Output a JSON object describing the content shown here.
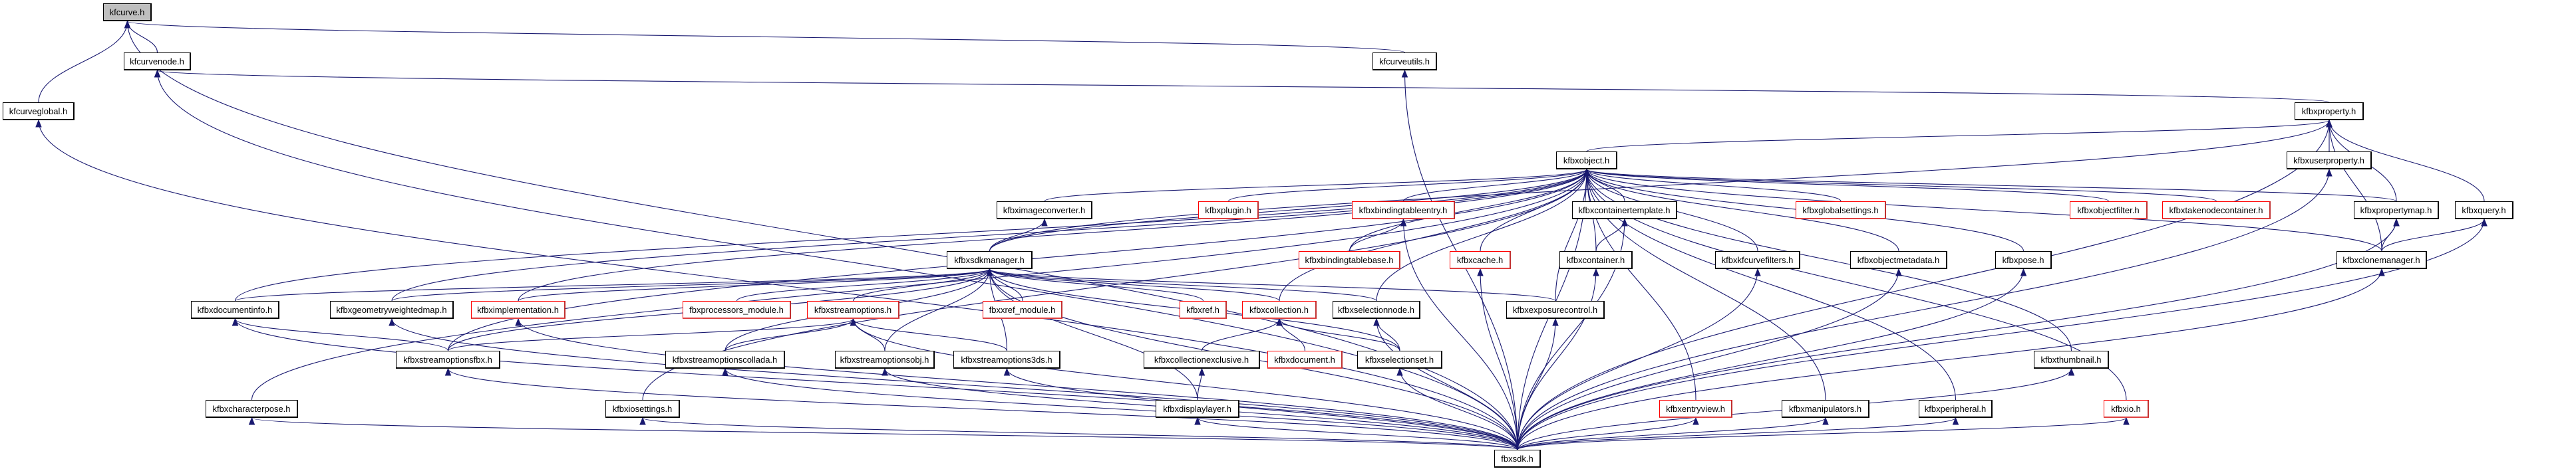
{
  "graph": {
    "title": "kfcurve.h include dependency graph",
    "colors": {
      "edge": "#191970",
      "current_fill": "#bfbfbf",
      "missing_border": "#ff0000",
      "normal_border": "#000000"
    },
    "nodes": [
      {
        "id": "kfcurve",
        "label": "kfcurve.h",
        "kind": "current"
      },
      {
        "id": "kfcurvenode",
        "label": "kfcurvenode.h",
        "kind": "normal"
      },
      {
        "id": "kfcurveutils",
        "label": "kfcurveutils.h",
        "kind": "normal"
      },
      {
        "id": "kfcurveglobal",
        "label": "kfcurveglobal.h",
        "kind": "normal"
      },
      {
        "id": "kfbxproperty",
        "label": "kfbxproperty.h",
        "kind": "normal"
      },
      {
        "id": "kfbxobject",
        "label": "kfbxobject.h",
        "kind": "normal"
      },
      {
        "id": "kfbxuserproperty",
        "label": "kfbxuserproperty.h",
        "kind": "normal"
      },
      {
        "id": "kfbximageconverter",
        "label": "kfbximageconverter.h",
        "kind": "normal"
      },
      {
        "id": "kfbxplugin",
        "label": "kfbxplugin.h",
        "kind": "red"
      },
      {
        "id": "kfbxbindingtableentry",
        "label": "kfbxbindingtableentry.h",
        "kind": "red"
      },
      {
        "id": "kfbxcontainertemplate",
        "label": "kfbxcontainertemplate.h",
        "kind": "normal"
      },
      {
        "id": "kfbxglobalsettings",
        "label": "kfbxglobalsettings.h",
        "kind": "red"
      },
      {
        "id": "kfbxobjectfilter",
        "label": "kfbxobjectfilter.h",
        "kind": "red"
      },
      {
        "id": "kfbxtakenodecontainer",
        "label": "kfbxtakenodecontainer.h",
        "kind": "red"
      },
      {
        "id": "kfbxpropertymap",
        "label": "kfbxpropertymap.h",
        "kind": "normal"
      },
      {
        "id": "kfbxquery",
        "label": "kfbxquery.h",
        "kind": "normal"
      },
      {
        "id": "kfbxsdkmanager",
        "label": "kfbxsdkmanager.h",
        "kind": "normal"
      },
      {
        "id": "kfbxbindingtablebase",
        "label": "kfbxbindingtablebase.h",
        "kind": "red"
      },
      {
        "id": "kfbxcache",
        "label": "kfbxcache.h",
        "kind": "red"
      },
      {
        "id": "kfbxcontainer",
        "label": "kfbxcontainer.h",
        "kind": "normal"
      },
      {
        "id": "kfbxkfcurvefilters",
        "label": "kfbxkfcurvefilters.h",
        "kind": "normal"
      },
      {
        "id": "kfbxobjectmetadata",
        "label": "kfbxobjectmetadata.h",
        "kind": "normal"
      },
      {
        "id": "kfbxpose",
        "label": "kfbxpose.h",
        "kind": "normal"
      },
      {
        "id": "kfbxclonemanager",
        "label": "kfbxclonemanager.h",
        "kind": "normal"
      },
      {
        "id": "kfbxdocumentinfo",
        "label": "kfbxdocumentinfo.h",
        "kind": "normal"
      },
      {
        "id": "kfbxgeometryweightedmap",
        "label": "kfbxgeometryweightedmap.h",
        "kind": "normal"
      },
      {
        "id": "kfbximplementation",
        "label": "kfbximplementation.h",
        "kind": "red"
      },
      {
        "id": "fbxprocessors_module",
        "label": "fbxprocessors_module.h",
        "kind": "red"
      },
      {
        "id": "kfbxstreamoptions",
        "label": "kfbxstreamoptions.h",
        "kind": "red"
      },
      {
        "id": "fbxxref_module",
        "label": "fbxxref_module.h",
        "kind": "red"
      },
      {
        "id": "kfbxref",
        "label": "kfbxref.h",
        "kind": "red"
      },
      {
        "id": "kfbxcollection",
        "label": "kfbxcollection.h",
        "kind": "red"
      },
      {
        "id": "kfbxselectionnode",
        "label": "kfbxselectionnode.h",
        "kind": "normal"
      },
      {
        "id": "kfbxexposurecontrol",
        "label": "kfbxexposurecontrol.h",
        "kind": "normal"
      },
      {
        "id": "kfbxstreamoptionsfbx",
        "label": "kfbxstreamoptionsfbx.h",
        "kind": "normal"
      },
      {
        "id": "kfbxstreamoptionscollada",
        "label": "kfbxstreamoptionscollada.h",
        "kind": "normal"
      },
      {
        "id": "kfbxstreamoptionsobj",
        "label": "kfbxstreamoptionsobj.h",
        "kind": "normal"
      },
      {
        "id": "kfbxstreamoptions3ds",
        "label": "kfbxstreamoptions3ds.h",
        "kind": "normal"
      },
      {
        "id": "kfbxcollectionexclusive",
        "label": "kfbxcollectionexclusive.h",
        "kind": "normal"
      },
      {
        "id": "kfbxdocument",
        "label": "kfbxdocument.h",
        "kind": "red"
      },
      {
        "id": "kfbxselectionset",
        "label": "kfbxselectionset.h",
        "kind": "normal"
      },
      {
        "id": "kfbxthumbnail",
        "label": "kfbxthumbnail.h",
        "kind": "normal"
      },
      {
        "id": "kfbxcharacterpose",
        "label": "kfbxcharacterpose.h",
        "kind": "normal"
      },
      {
        "id": "kfbxiosettings",
        "label": "kfbxiosettings.h",
        "kind": "normal"
      },
      {
        "id": "kfbxdisplaylayer",
        "label": "kfbxdisplaylayer.h",
        "kind": "normal"
      },
      {
        "id": "kfbxentryview",
        "label": "kfbxentryview.h",
        "kind": "red"
      },
      {
        "id": "kfbxmanipulators",
        "label": "kfbxmanipulators.h",
        "kind": "normal"
      },
      {
        "id": "kfbxperipheral",
        "label": "kfbxperipheral.h",
        "kind": "normal"
      },
      {
        "id": "kfbxio",
        "label": "kfbxio.h",
        "kind": "red"
      },
      {
        "id": "fbxsdk",
        "label": "fbxsdk.h",
        "kind": "normal"
      }
    ],
    "edges": [
      [
        "kfcurvenode",
        "kfcurve"
      ],
      [
        "kfcurveutils",
        "kfcurve"
      ],
      [
        "kfcurveglobal",
        "kfcurve"
      ],
      [
        "fbxsdk",
        "kfcurve"
      ],
      [
        "kfbxproperty",
        "kfcurvenode"
      ],
      [
        "fbxsdk",
        "kfcurvenode"
      ],
      [
        "fbxsdk",
        "kfcurveutils"
      ],
      [
        "fbxsdk",
        "kfcurveglobal"
      ],
      [
        "kfbxobject",
        "kfbxproperty"
      ],
      [
        "kfbxuserproperty",
        "kfbxproperty"
      ],
      [
        "kfbxpropertymap",
        "kfbxproperty"
      ],
      [
        "kfbxquery",
        "kfbxproperty"
      ],
      [
        "kfbxsdkmanager",
        "kfbxproperty"
      ],
      [
        "kfbxclonemanager",
        "kfbxproperty"
      ],
      [
        "fbxsdk",
        "kfbxproperty"
      ],
      [
        "fbxsdk",
        "kfbxuserproperty"
      ],
      [
        "kfbximageconverter",
        "kfbxobject"
      ],
      [
        "kfbxplugin",
        "kfbxobject"
      ],
      [
        "kfbxbindingtableentry",
        "kfbxobject"
      ],
      [
        "kfbxcontainertemplate",
        "kfbxobject"
      ],
      [
        "kfbxglobalsettings",
        "kfbxobject"
      ],
      [
        "kfbxobjectfilter",
        "kfbxobject"
      ],
      [
        "kfbxtakenodecontainer",
        "kfbxobject"
      ],
      [
        "kfbxpropertymap",
        "kfbxobject"
      ],
      [
        "kfbxsdkmanager",
        "kfbxobject"
      ],
      [
        "kfbxbindingtablebase",
        "kfbxobject"
      ],
      [
        "kfbxcache",
        "kfbxobject"
      ],
      [
        "kfbxcontainer",
        "kfbxobject"
      ],
      [
        "kfbxkfcurvefilters",
        "kfbxobject"
      ],
      [
        "kfbxobjectmetadata",
        "kfbxobject"
      ],
      [
        "kfbxpose",
        "kfbxobject"
      ],
      [
        "kfbxclonemanager",
        "kfbxobject"
      ],
      [
        "kfbxdocumentinfo",
        "kfbxobject"
      ],
      [
        "kfbxgeometryweightedmap",
        "kfbxobject"
      ],
      [
        "kfbximplementation",
        "kfbxobject"
      ],
      [
        "kfbxcollection",
        "kfbxobject"
      ],
      [
        "kfbxselectionnode",
        "kfbxobject"
      ],
      [
        "kfbxexposurecontrol",
        "kfbxobject"
      ],
      [
        "kfbxstreamoptionsfbx",
        "kfbxobject"
      ],
      [
        "kfbxthumbnail",
        "kfbxobject"
      ],
      [
        "kfbxcharacterpose",
        "kfbxobject"
      ],
      [
        "kfbxiosettings",
        "kfbxobject"
      ],
      [
        "kfbxentryview",
        "kfbxobject"
      ],
      [
        "kfbxmanipulators",
        "kfbxobject"
      ],
      [
        "kfbxperipheral",
        "kfbxobject"
      ],
      [
        "kfbxio",
        "kfbxobject"
      ],
      [
        "fbxsdk",
        "kfbxobject"
      ],
      [
        "kfbxsdkmanager",
        "kfbximageconverter"
      ],
      [
        "kfbxbindingtablebase",
        "kfbxbindingtableentry"
      ],
      [
        "fbxsdk",
        "kfbxbindingtableentry"
      ],
      [
        "kfbxcontainer",
        "kfbxcontainertemplate"
      ],
      [
        "fbxsdk",
        "kfbxcontainertemplate"
      ],
      [
        "kfbxclonemanager",
        "kfbxpropertymap"
      ],
      [
        "fbxsdk",
        "kfbxpropertymap"
      ],
      [
        "kfbxclonemanager",
        "kfbxquery"
      ],
      [
        "fbxsdk",
        "kfbxquery"
      ],
      [
        "kfbxdocumentinfo",
        "kfbxsdkmanager"
      ],
      [
        "kfbxgeometryweightedmap",
        "kfbxsdkmanager"
      ],
      [
        "kfbximplementation",
        "kfbxsdkmanager"
      ],
      [
        "fbxprocessors_module",
        "kfbxsdkmanager"
      ],
      [
        "kfbxstreamoptions",
        "kfbxsdkmanager"
      ],
      [
        "fbxxref_module",
        "kfbxsdkmanager"
      ],
      [
        "kfbxref",
        "kfbxsdkmanager"
      ],
      [
        "kfbxcollection",
        "kfbxsdkmanager"
      ],
      [
        "kfbxselectionnode",
        "kfbxsdkmanager"
      ],
      [
        "kfbxexposurecontrol",
        "kfbxsdkmanager"
      ],
      [
        "kfbxstreamoptionsfbx",
        "kfbxsdkmanager"
      ],
      [
        "kfbxstreamoptionscollada",
        "kfbxsdkmanager"
      ],
      [
        "kfbxstreamoptionsobj",
        "kfbxsdkmanager"
      ],
      [
        "kfbxstreamoptions3ds",
        "kfbxsdkmanager"
      ],
      [
        "kfbxselectionset",
        "kfbxsdkmanager"
      ],
      [
        "kfbxdisplaylayer",
        "kfbxsdkmanager"
      ],
      [
        "fbxsdk",
        "kfbxsdkmanager"
      ],
      [
        "fbxsdk",
        "kfbxcache"
      ],
      [
        "fbxsdk",
        "kfbxcontainer"
      ],
      [
        "fbxsdk",
        "kfbxkfcurvefilters"
      ],
      [
        "fbxsdk",
        "kfbxobjectmetadata"
      ],
      [
        "fbxsdk",
        "kfbxpose"
      ],
      [
        "fbxsdk",
        "kfbxclonemanager"
      ],
      [
        "kfbxstreamoptionsfbx",
        "kfbxdocumentinfo"
      ],
      [
        "fbxsdk",
        "kfbxdocumentinfo"
      ],
      [
        "fbxsdk",
        "kfbxgeometryweightedmap"
      ],
      [
        "fbxsdk",
        "kfbximplementation"
      ],
      [
        "kfbxstreamoptionsfbx",
        "kfbxstreamoptions"
      ],
      [
        "kfbxstreamoptionscollada",
        "kfbxstreamoptions"
      ],
      [
        "kfbxstreamoptionsobj",
        "kfbxstreamoptions"
      ],
      [
        "kfbxstreamoptions3ds",
        "kfbxstreamoptions"
      ],
      [
        "fbxsdk",
        "kfbxstreamoptions"
      ],
      [
        "kfbxcollectionexclusive",
        "kfbxcollection"
      ],
      [
        "kfbxdocument",
        "kfbxcollection"
      ],
      [
        "kfbxselectionset",
        "kfbxcollection"
      ],
      [
        "kfbxselectionset",
        "kfbxselectionnode"
      ],
      [
        "fbxsdk",
        "kfbxselectionnode"
      ],
      [
        "fbxsdk",
        "kfbxexposurecontrol"
      ],
      [
        "fbxsdk",
        "kfbxstreamoptionsfbx"
      ],
      [
        "fbxsdk",
        "kfbxstreamoptionscollada"
      ],
      [
        "fbxsdk",
        "kfbxstreamoptionsobj"
      ],
      [
        "fbxsdk",
        "kfbxstreamoptions3ds"
      ],
      [
        "kfbxdisplaylayer",
        "kfbxcollectionexclusive"
      ],
      [
        "fbxsdk",
        "kfbxselectionset"
      ],
      [
        "fbxsdk",
        "kfbxthumbnail"
      ],
      [
        "fbxsdk",
        "kfbxcharacterpose"
      ],
      [
        "fbxsdk",
        "kfbxiosettings"
      ],
      [
        "fbxsdk",
        "kfbxdisplaylayer"
      ],
      [
        "fbxsdk",
        "kfbxentryview"
      ],
      [
        "fbxsdk",
        "kfbxmanipulators"
      ],
      [
        "fbxsdk",
        "kfbxperipheral"
      ],
      [
        "fbxsdk",
        "kfbxio"
      ]
    ]
  }
}
